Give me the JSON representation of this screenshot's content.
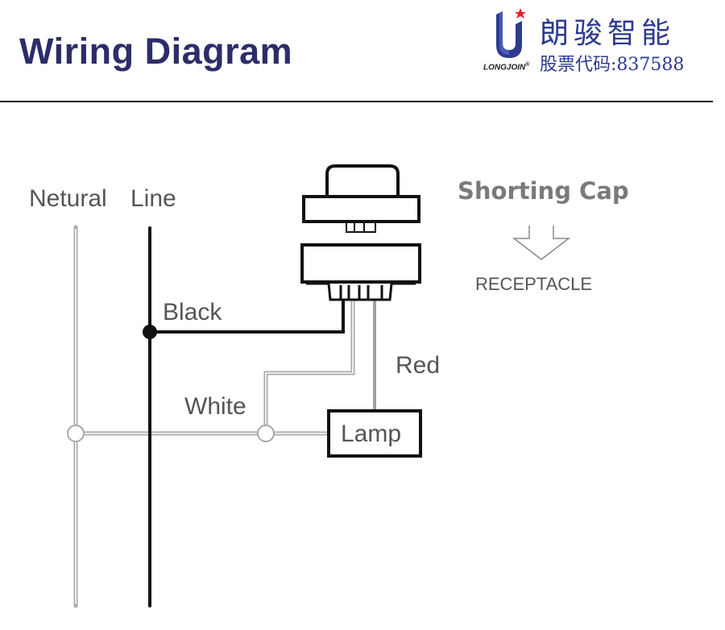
{
  "header": {
    "title": "Wiring Diagram",
    "brand": {
      "wordmark": "LONGJOIN",
      "registered": "®",
      "chinese_name": "朗骏智能",
      "stock_code_label": "股票代码:837588",
      "colors": {
        "primary": "#2d3a8f",
        "star": "#e8232a"
      }
    }
  },
  "diagram": {
    "labels": {
      "neutral": "Netural",
      "line": "Line",
      "black": "Black",
      "white": "White",
      "red": "Red",
      "lamp": "Lamp",
      "shorting_cap": "Shorting Cap",
      "receptacle": "RECEPTACLE"
    },
    "wire_colors": {
      "line_black": "#111111",
      "neutral_gray": "#a8a8a8",
      "red_wire_gray": "#a0a0a0"
    },
    "components": [
      "shorting-cap",
      "receptacle",
      "lamp"
    ]
  }
}
